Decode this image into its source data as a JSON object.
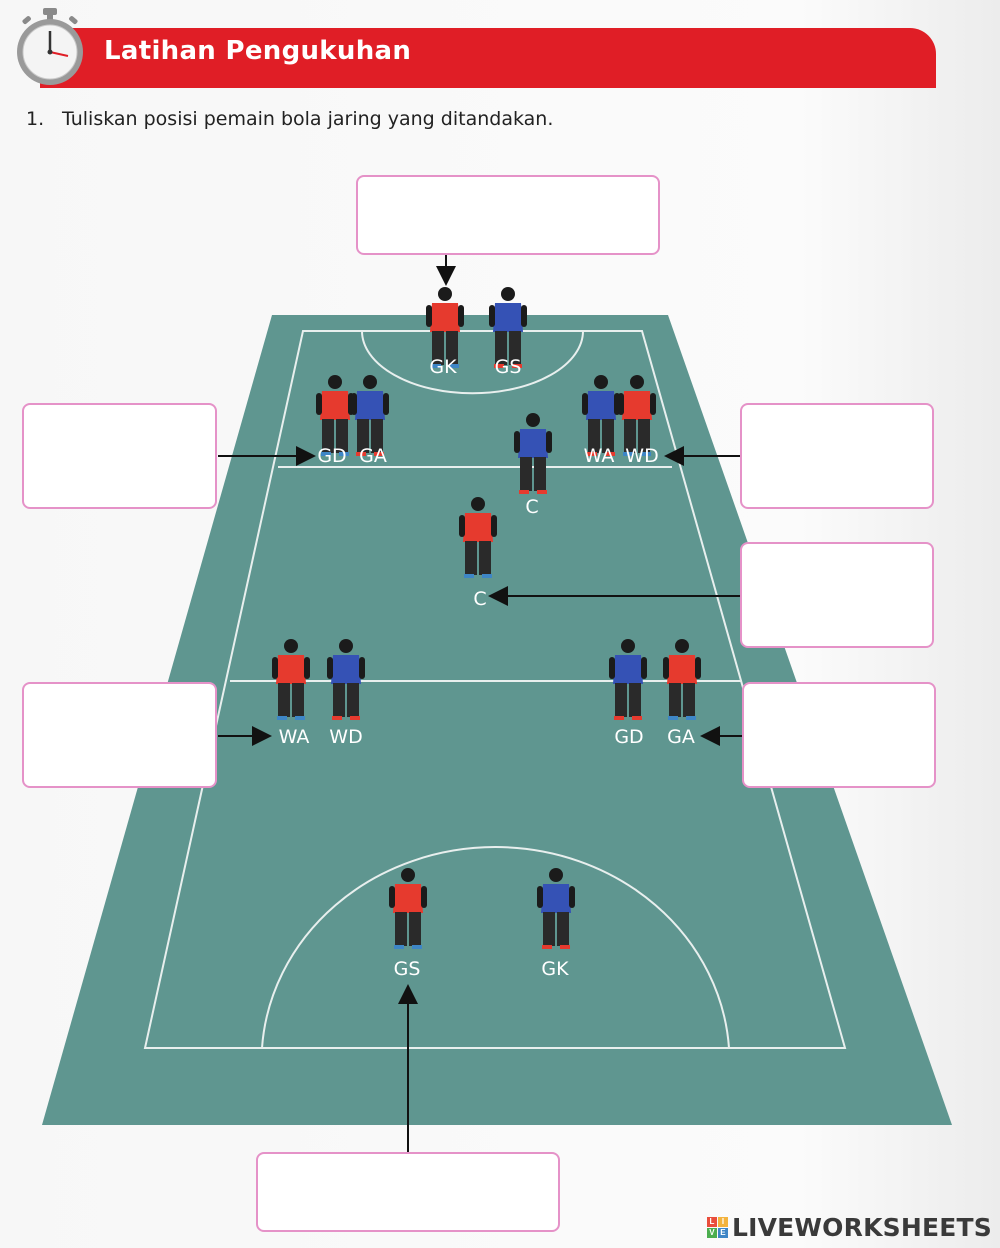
{
  "header": {
    "title": "Latihan Pengukuhan"
  },
  "question": {
    "number": "1.",
    "text": "Tuliskan posisi pemain bola jaring yang ditandakan."
  },
  "court": {
    "color": "#5f9690",
    "line_color": "#e8efee",
    "team_colors": {
      "red": "#e63a2e",
      "blue": "#3552b5"
    },
    "labels": {
      "top_gk": "GK",
      "top_gs": "GS",
      "upper_gd": "GD",
      "upper_ga": "GA",
      "upper_wa": "WA",
      "upper_wd": "WD",
      "center_upper": "C",
      "center_lower": "C",
      "lower_wa": "WA",
      "lower_wd": "WD",
      "lower_gd": "GD",
      "lower_ga": "GA",
      "bottom_gs": "GS",
      "bottom_gk": "GK"
    }
  },
  "answers": {
    "top": "",
    "left_upper": "",
    "right_upper": "",
    "right_middle": "",
    "left_lower": "",
    "right_lower": "",
    "bottom": ""
  },
  "footer": {
    "brand": "LIVEWORKSHEETS",
    "logo_letters": [
      "L",
      "I",
      "V",
      "E"
    ],
    "logo_colors": [
      "#e94e3c",
      "#f3b33d",
      "#4cae4f",
      "#3e86c6"
    ]
  }
}
